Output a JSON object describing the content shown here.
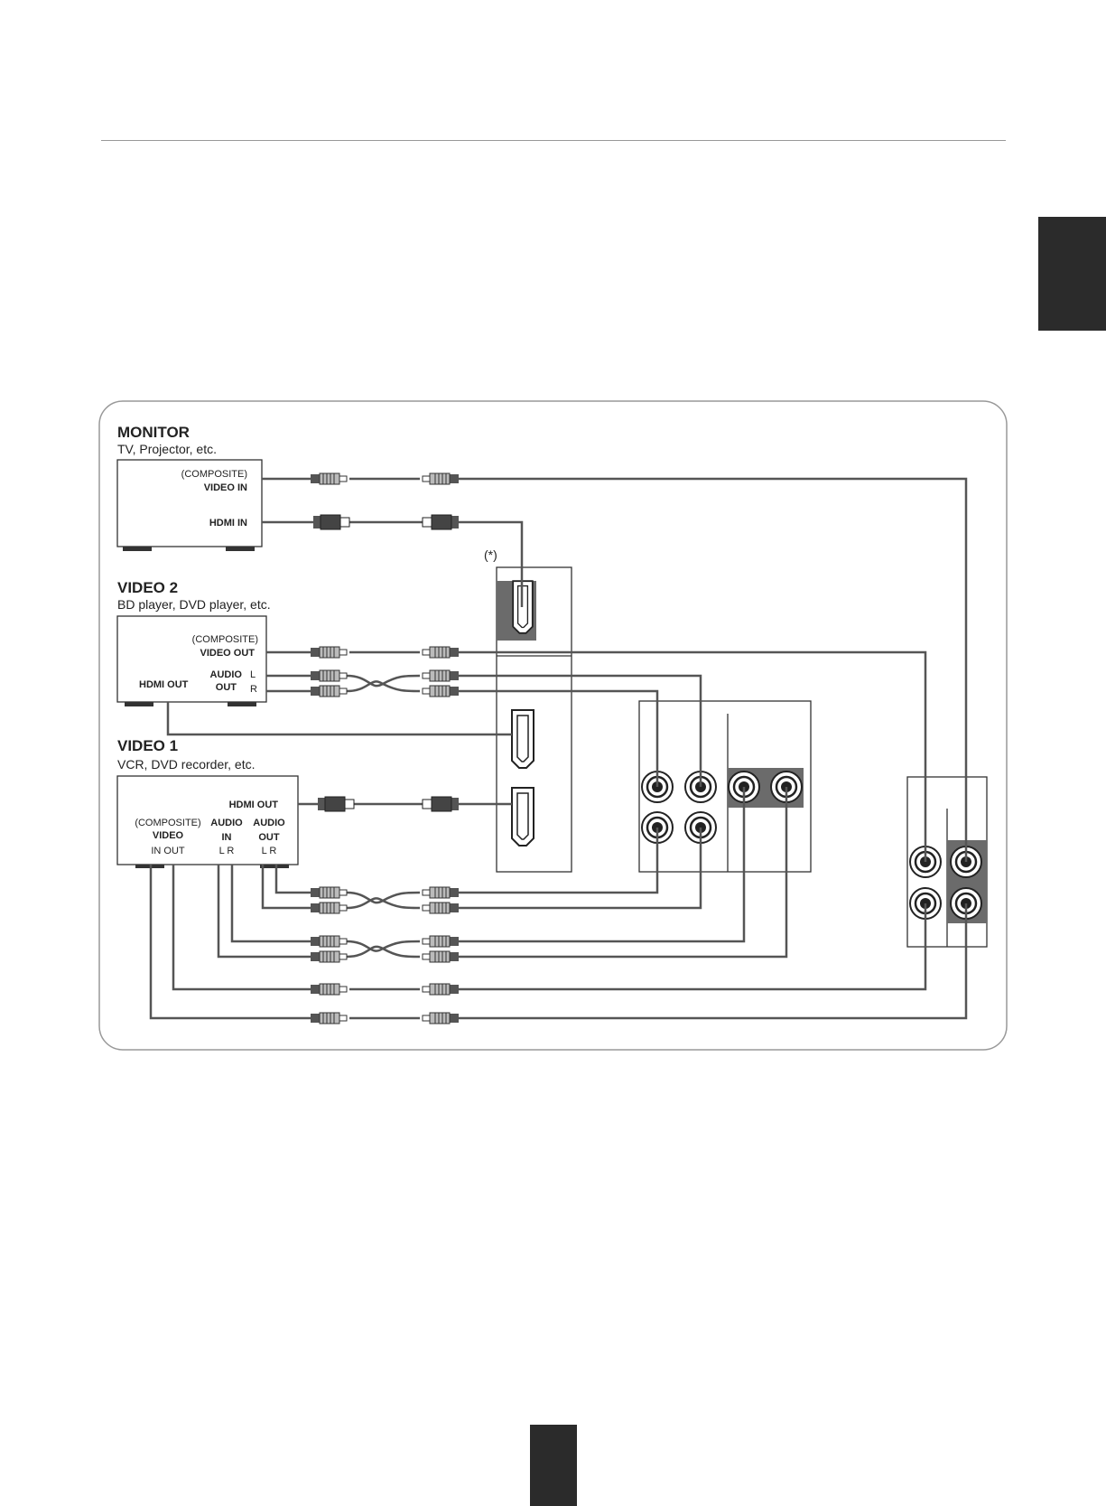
{
  "devices": {
    "monitor": {
      "title": "MONITOR",
      "subtitle": "TV, Projector, etc.",
      "composite_label": "(COMPOSITE)",
      "video_in_label": "VIDEO IN",
      "hdmi_in_label": "HDMI IN"
    },
    "video2": {
      "title": "VIDEO 2",
      "subtitle": "BD player, DVD player, etc.",
      "composite_label": "(COMPOSITE)",
      "video_out_label": "VIDEO OUT",
      "audio_label": "AUDIO",
      "out_label": "OUT",
      "l_label": "L",
      "r_label": "R",
      "hdmi_out_label": "HDMI OUT"
    },
    "video1": {
      "title": "VIDEO 1",
      "subtitle": "VCR, DVD recorder, etc.",
      "hdmi_out_label": "HDMI  OUT",
      "composite_label": "(COMPOSITE)",
      "video_label": "VIDEO",
      "in_out_label": "IN  OUT",
      "audio_in_label": "AUDIO",
      "in_label": "IN",
      "audio_out_label": "AUDIO",
      "out_label": "OUT",
      "lr_in_label": "L  R",
      "lr_out_label": "L  R"
    }
  },
  "note_marker": "(*)",
  "colors": {
    "wire": "#555555",
    "panel_highlight": "#6b6b6b",
    "tab": "#2b2b2b",
    "frame": "#999999"
  }
}
